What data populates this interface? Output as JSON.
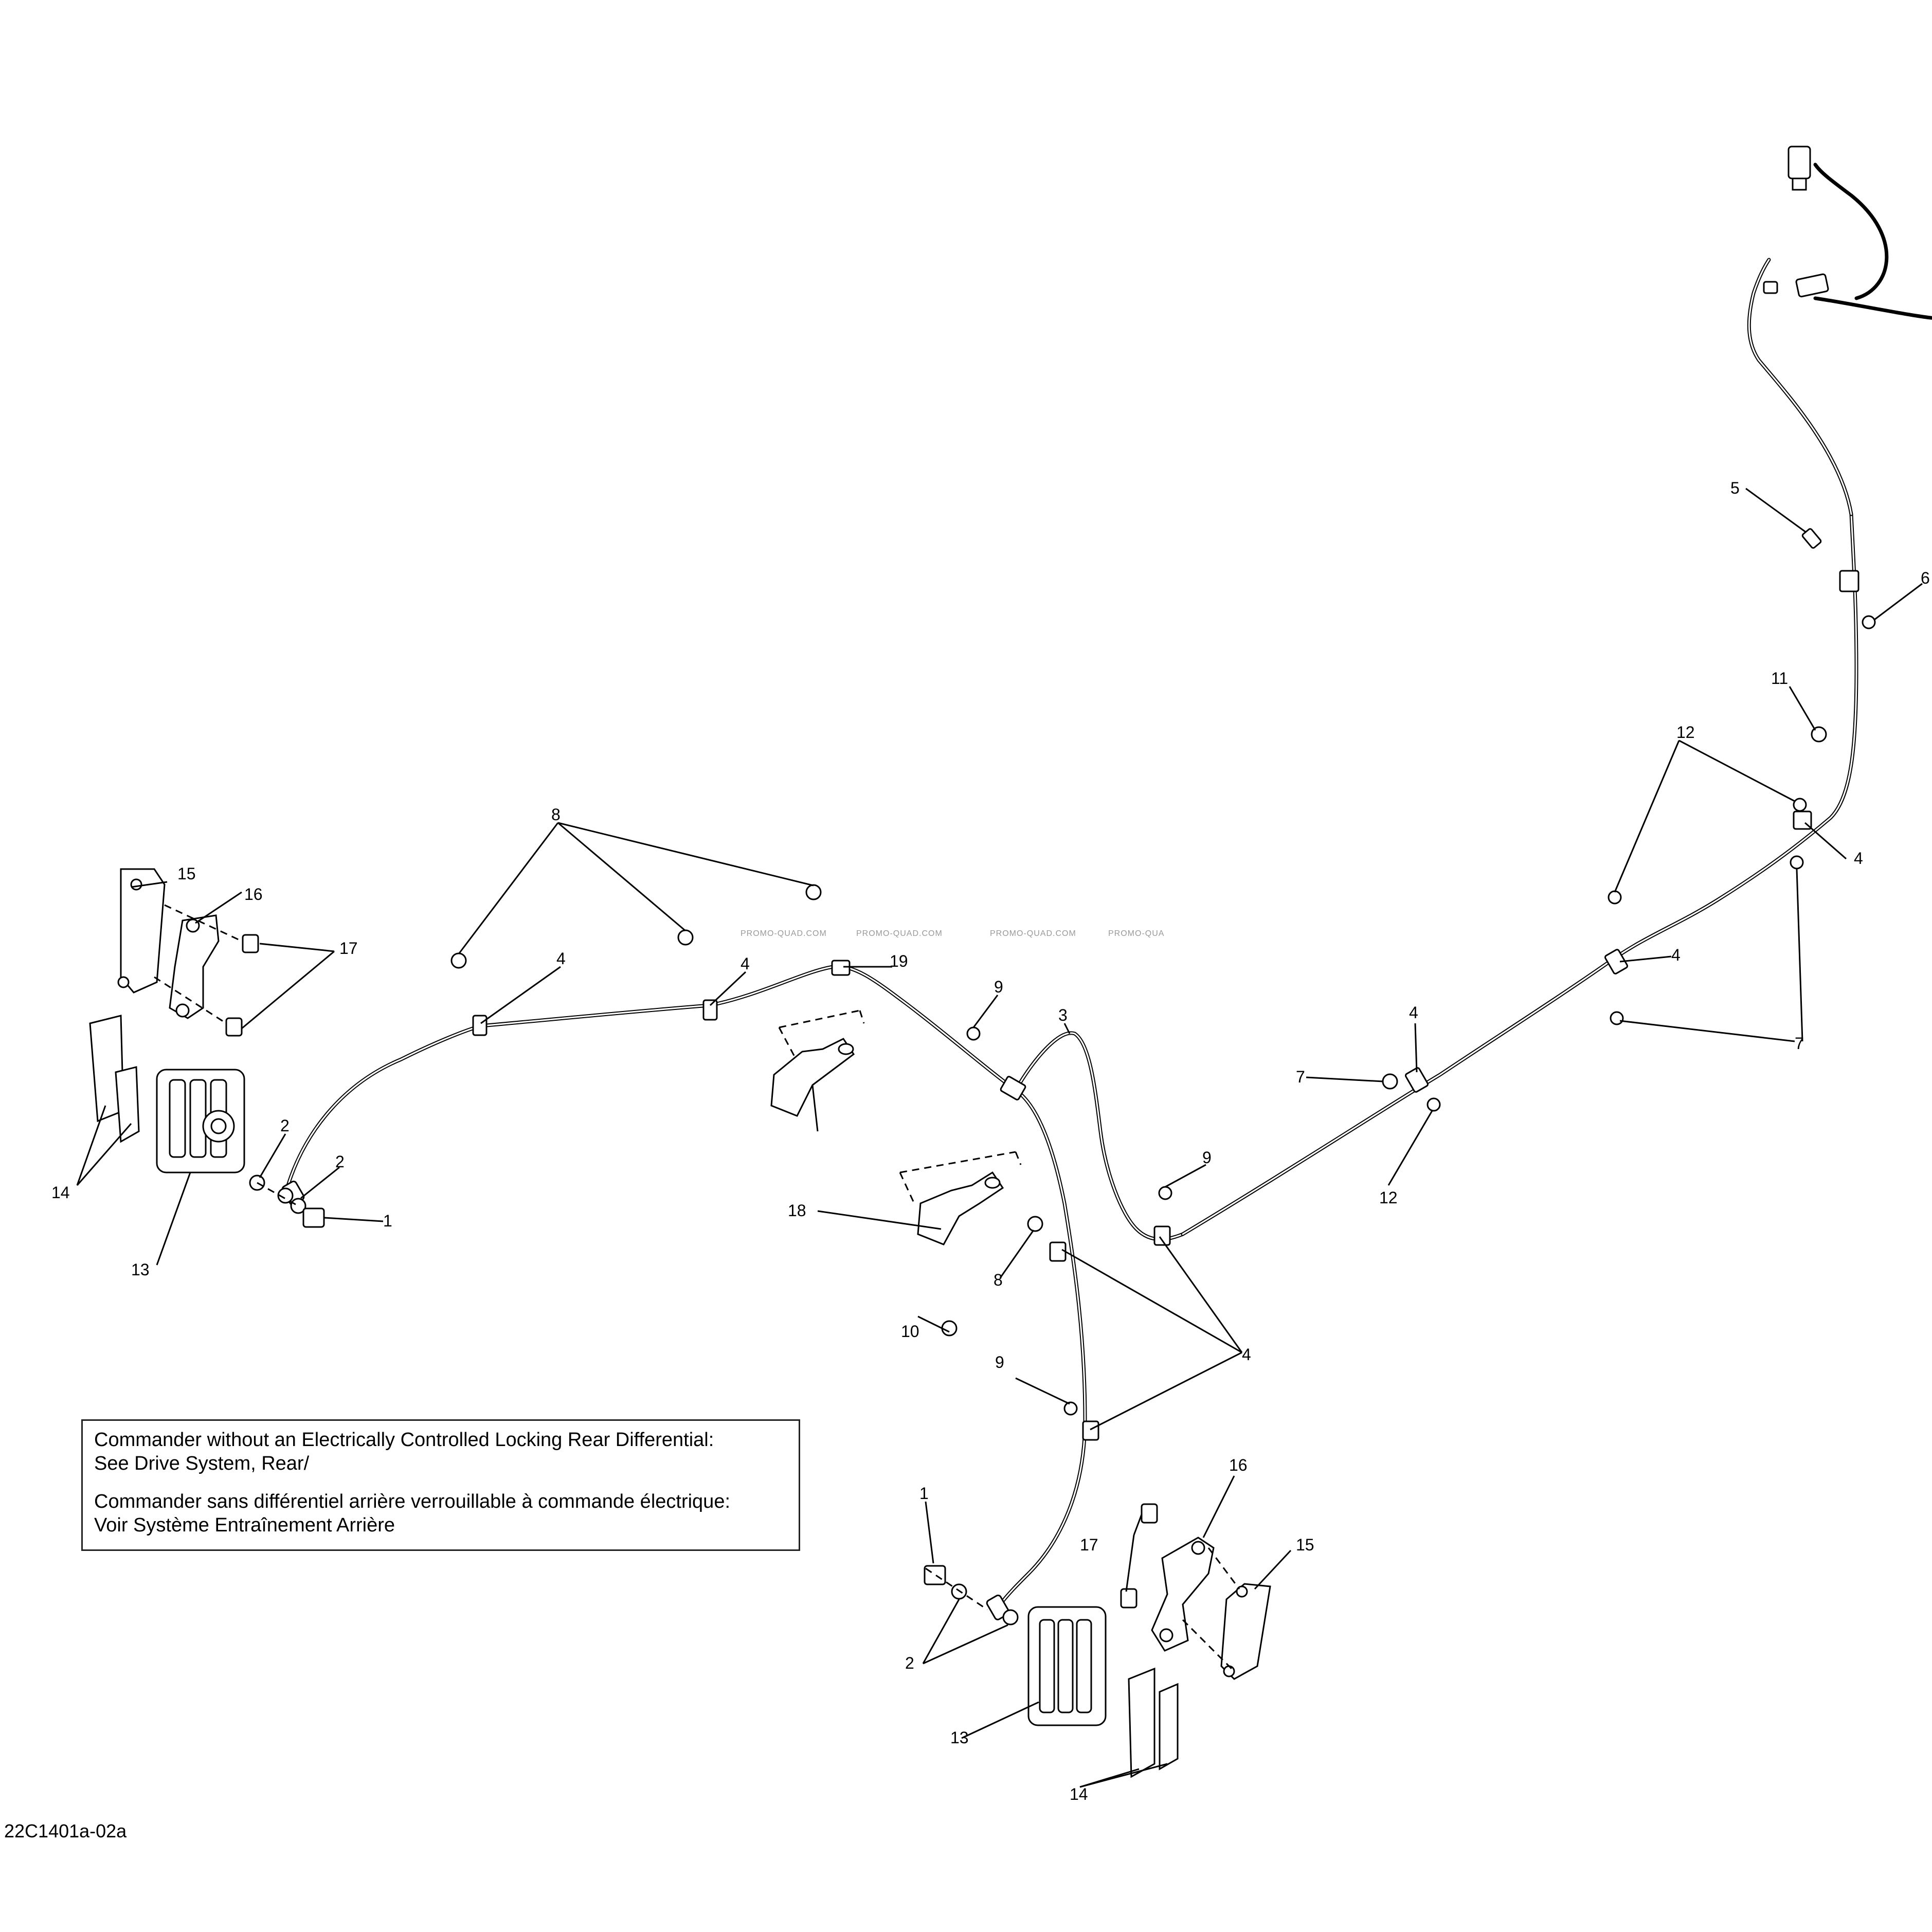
{
  "callouts": [
    "1",
    "2",
    "3",
    "4",
    "5",
    "6",
    "7",
    "8",
    "9",
    "10",
    "11",
    "12",
    "13",
    "14",
    "15",
    "16",
    "17",
    "18",
    "19"
  ],
  "watermark": "PROMO-QUAD.COM",
  "watermark_partial": "PROMO-QUA",
  "note": {
    "line1": "Commander without an Electrically Controlled Locking Rear Differential:",
    "line2": "See Drive System, Rear/",
    "line3": "Commander sans différentiel arrière verrouillable à commande électrique:",
    "line4": "Voir Système Entraînement Arrière"
  },
  "reference_code": "22C1401a-02a"
}
